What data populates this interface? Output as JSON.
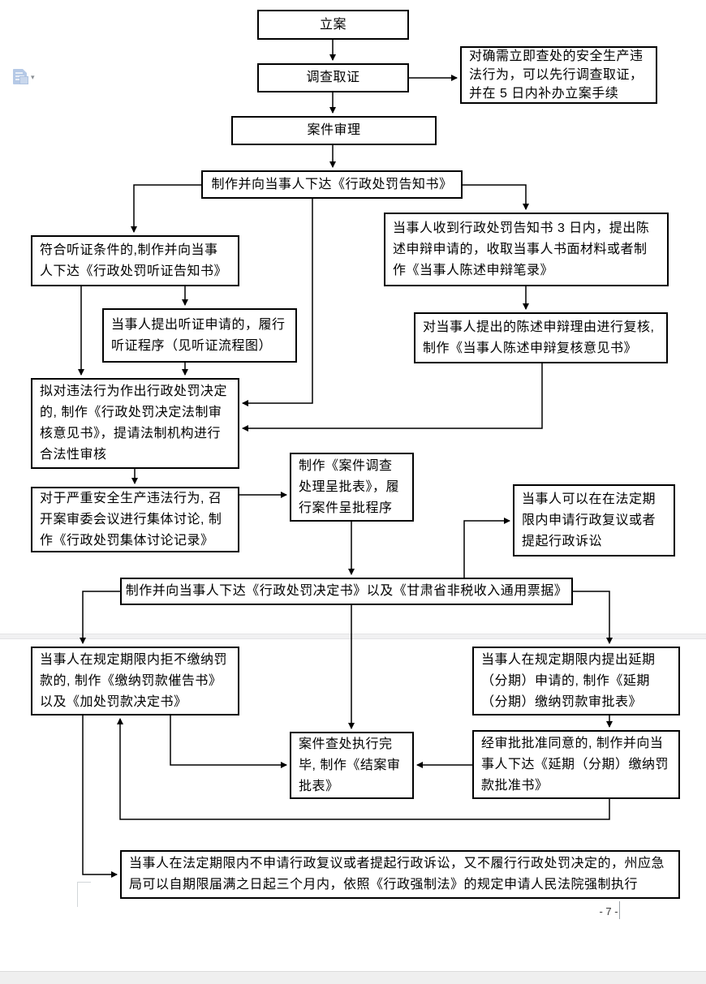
{
  "page": {
    "number_label": "- 7 -"
  },
  "toolbar": {
    "paste_button": {
      "icon": "paste-options-icon",
      "dropdown_glyph": "▾"
    }
  },
  "colors": {
    "box_border": "#000000",
    "text": "#000000",
    "page_bg": "#ffffff",
    "separator_band": "#f1f1f2",
    "paste_icon_blue": "#b5c9e6"
  },
  "flowchart": {
    "boxes": {
      "li_an": {
        "text": "立案"
      },
      "diaocha_quzheng": {
        "text": "调查取证"
      },
      "side_note": {
        "text": "对确需立即查处的安全生产违法行为，可以先行调查取证，并在 5 日内补办立案手续"
      },
      "anjian_shenli": {
        "text": "案件审理"
      },
      "gaozhishu": {
        "text": "制作并向当事人下达《行政处罚告知书》"
      },
      "tingzheng_gaozhi": {
        "text": "符合听证条件的,制作并向当事人下达《行政处罚听证告知书》"
      },
      "chenshu_shenbian": {
        "text": "当事人收到行政处罚告知书 3 日内，提出陈述申辩申请的，收取当事人书面材料或者制作《当事人陈述申辩笔录》"
      },
      "tingzheng_chengxu": {
        "text": "当事人提出听证申请的，履行听证程序（见听证流程图）"
      },
      "fuhe_yijianshu": {
        "text": "对当事人提出的陈述申辩理由进行复核, 制作《当事人陈述申辩复核意见书》"
      },
      "fazhi_shenhe": {
        "text": "拟对违法行为作出行政处罚决定的, 制作《行政处罚决定法制审核意见书》，提请法制机构进行合法性审核"
      },
      "jiti_taolun": {
        "text": "对于严重安全生产违法行为, 召开案审委会议进行集体讨论, 制作《行政处罚集体讨论记录》"
      },
      "chengpibiao": {
        "text": "制作《案件调查处理呈批表》，履行案件呈批程序"
      },
      "fuyi_susong": {
        "text": "当事人可以在在法定期限内申请行政复议或者提起行政诉讼"
      },
      "jueding_shu": {
        "text": "制作并向当事人下达《行政处罚决定书》以及《甘肃省非税收入通用票据》"
      },
      "cuigaoshu": {
        "text": "当事人在规定期限内拒不缴纳罚款的, 制作《缴纳罚款催告书》以及《加处罚款决定书》"
      },
      "yanqi_shenpi": {
        "text": "当事人在规定期限内提出延期（分期）申请的, 制作《延期（分期）缴纳罚款审批表》"
      },
      "jiean_shenpi": {
        "text": "案件查处执行完毕, 制作《结案审批表》"
      },
      "yanqi_pizhun": {
        "text": "经审批批准同意的, 制作并向当事人下达《延期（分期）缴纳罚款批准书》"
      },
      "qiangzhi_zhixing": {
        "text": "当事人在法定期限内不申请行政复议或者提起行政诉讼，又不履行行政处罚决定的，州应急局可以自期限届满之日起三个月内，依照《行政强制法》的规定申请人民法院强制执行"
      }
    }
  }
}
